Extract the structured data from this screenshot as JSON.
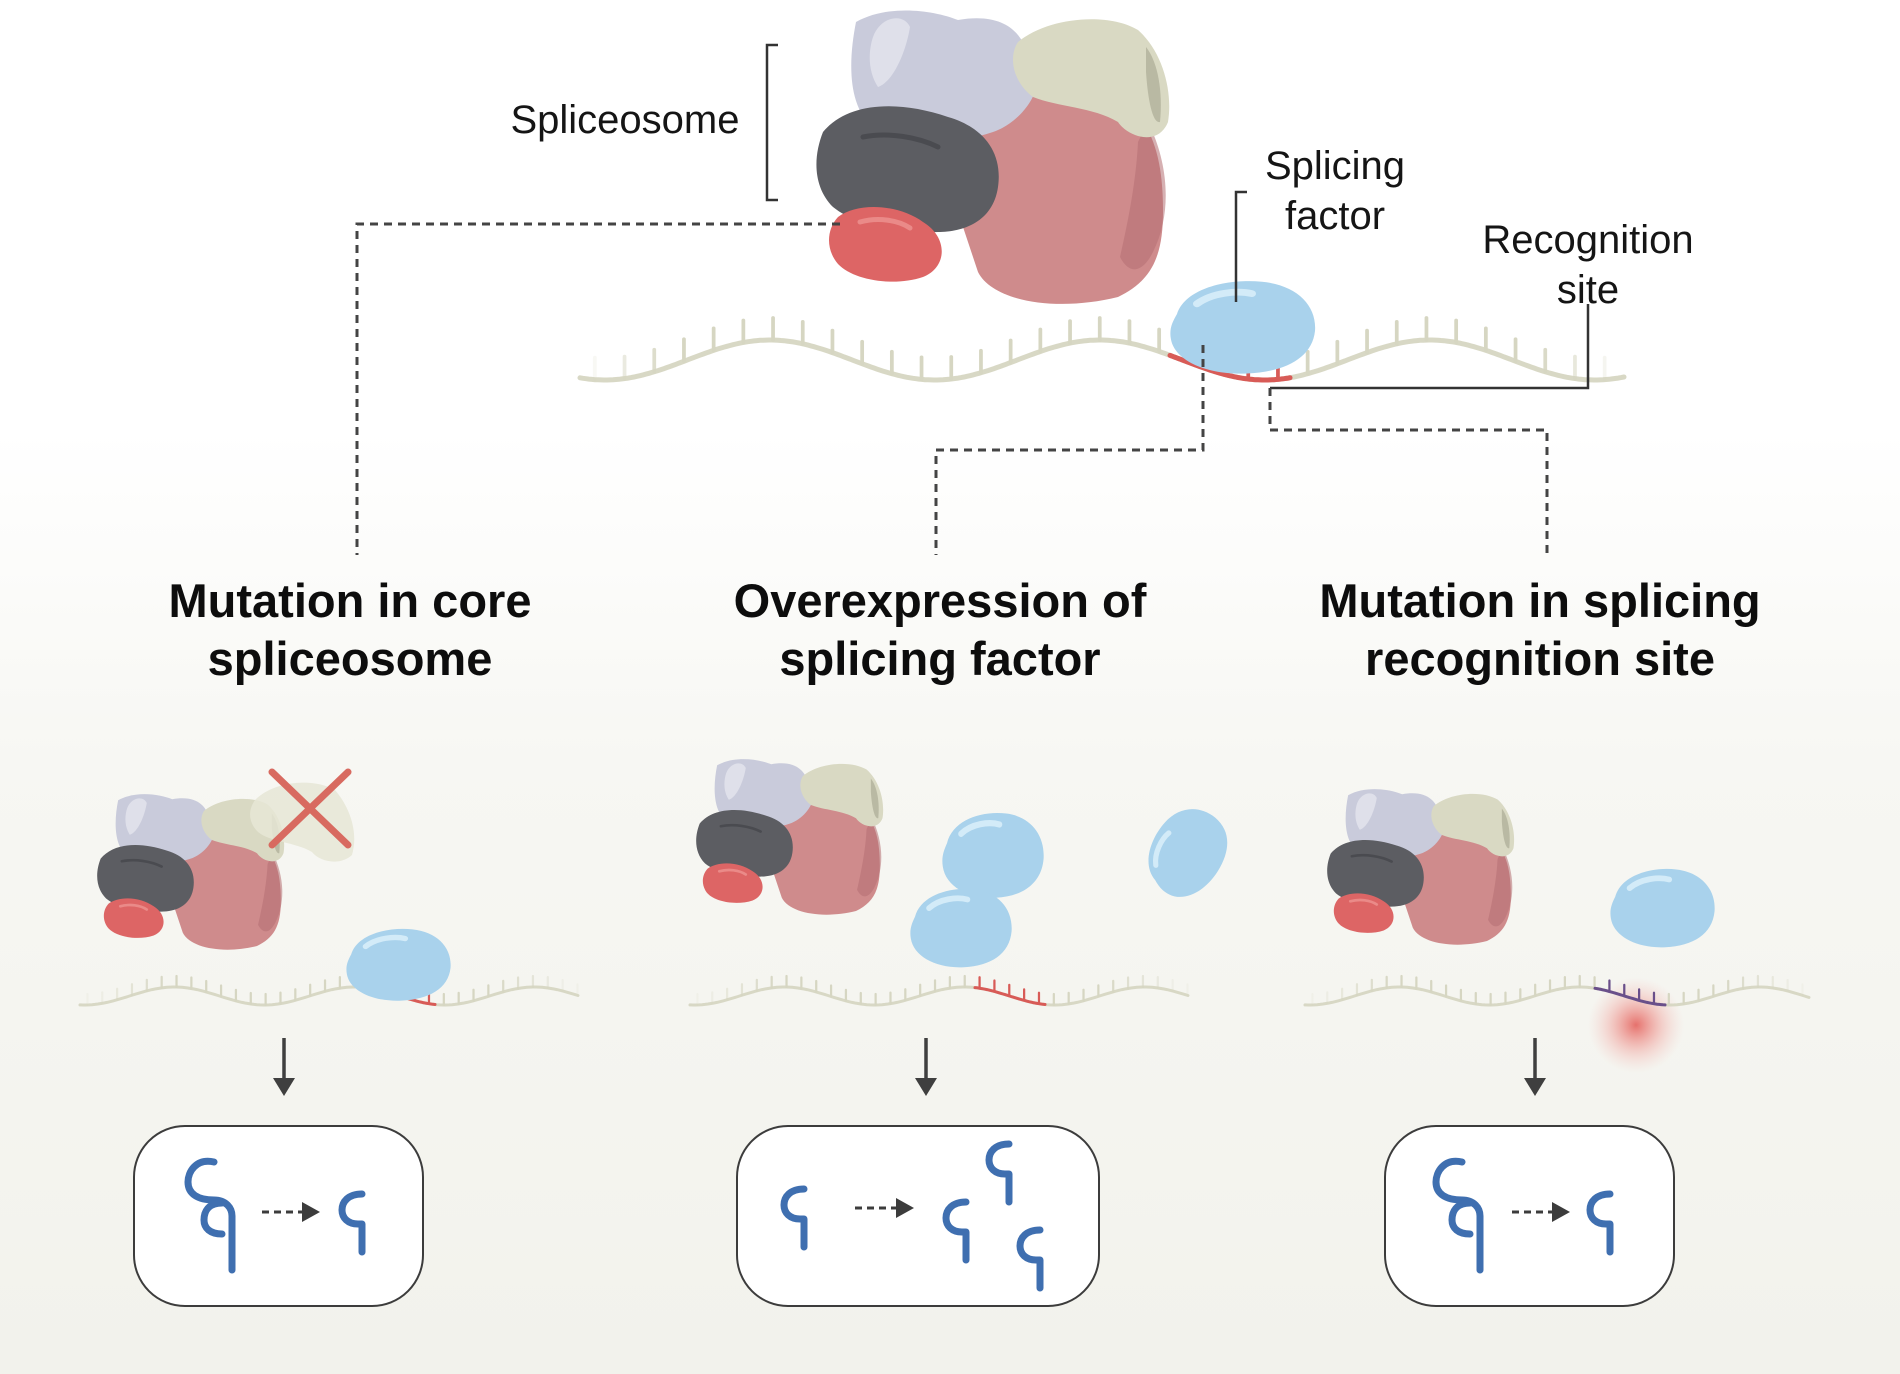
{
  "labels": {
    "spliceosome": "Spliceosome",
    "splicing_factor_1": "Splicing",
    "splicing_factor_2": "factor",
    "recognition_site_1": "Recognition",
    "recognition_site_2": "site"
  },
  "panels": [
    {
      "title_line1": "Mutation in core",
      "title_line2": "spliceosome"
    },
    {
      "title_line1": "Overexpression of",
      "title_line2": "splicing factor"
    },
    {
      "title_line1": "Mutation in splicing",
      "title_line2": "recognition site"
    }
  ],
  "colors": {
    "spliceosome_lavender": "#c9cbdb",
    "spliceosome_cream": "#d9d9c3",
    "spliceosome_dark": "#5c5d62",
    "spliceosome_rose": "#cf8b8c",
    "spliceosome_red": "#dd6565",
    "splicing_factor_blue": "#a9d2ec",
    "rna_strand": "#d6d6c2",
    "recognition_site_red": "#d85b57",
    "mutated_site_purple": "#6a4f8a",
    "rna_product_blue": "#3f6fb0",
    "cross_red": "#d86a60"
  },
  "icons": [
    "spliceosome-complex-icon",
    "splicing-factor-icon",
    "rna-strand-icon",
    "red-cross-icon",
    "down-arrow-icon",
    "rna-isoform-icon",
    "dashed-arrow-icon"
  ]
}
